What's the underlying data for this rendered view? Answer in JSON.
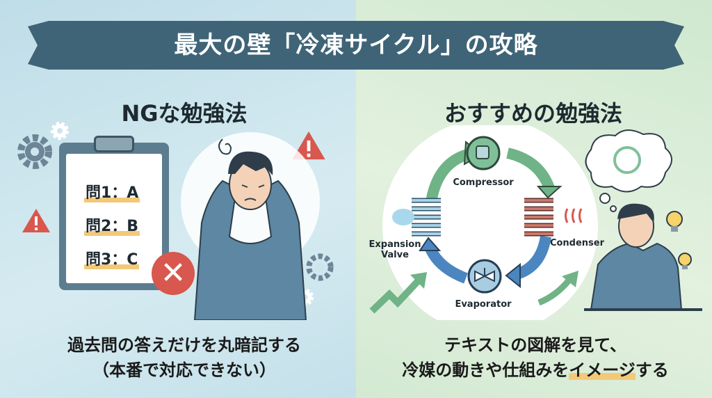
{
  "title": "最大の壁「冷凍サイクル」の攻略",
  "left": {
    "heading": "NGな勉強法",
    "quiz_items": [
      "問1：A",
      "問2：B",
      "問3：C"
    ],
    "description_line1": "過去問の答えだけを丸暗記する",
    "description_line2": "（本番で対応できない）"
  },
  "right": {
    "heading": "おすすめの勉強法",
    "cycle_labels": {
      "compressor": "Compressor",
      "condenser": "Condenser",
      "evaporator": "Evaporator",
      "expansion_valve_line1": "Expansion",
      "expansion_valve_line2": "Valve"
    },
    "description_line1": "テキストの図解を見て、",
    "description_line2_pre": "冷媒の動きや仕組みを",
    "description_line2_hl": "イメージ",
    "description_line2_post": "する"
  },
  "colors": {
    "banner": "#3f6477",
    "left_accent": "#6c8fa3",
    "right_accent": "#7fbf8a",
    "highlight": "#f3c978",
    "error": "#d8574e"
  }
}
